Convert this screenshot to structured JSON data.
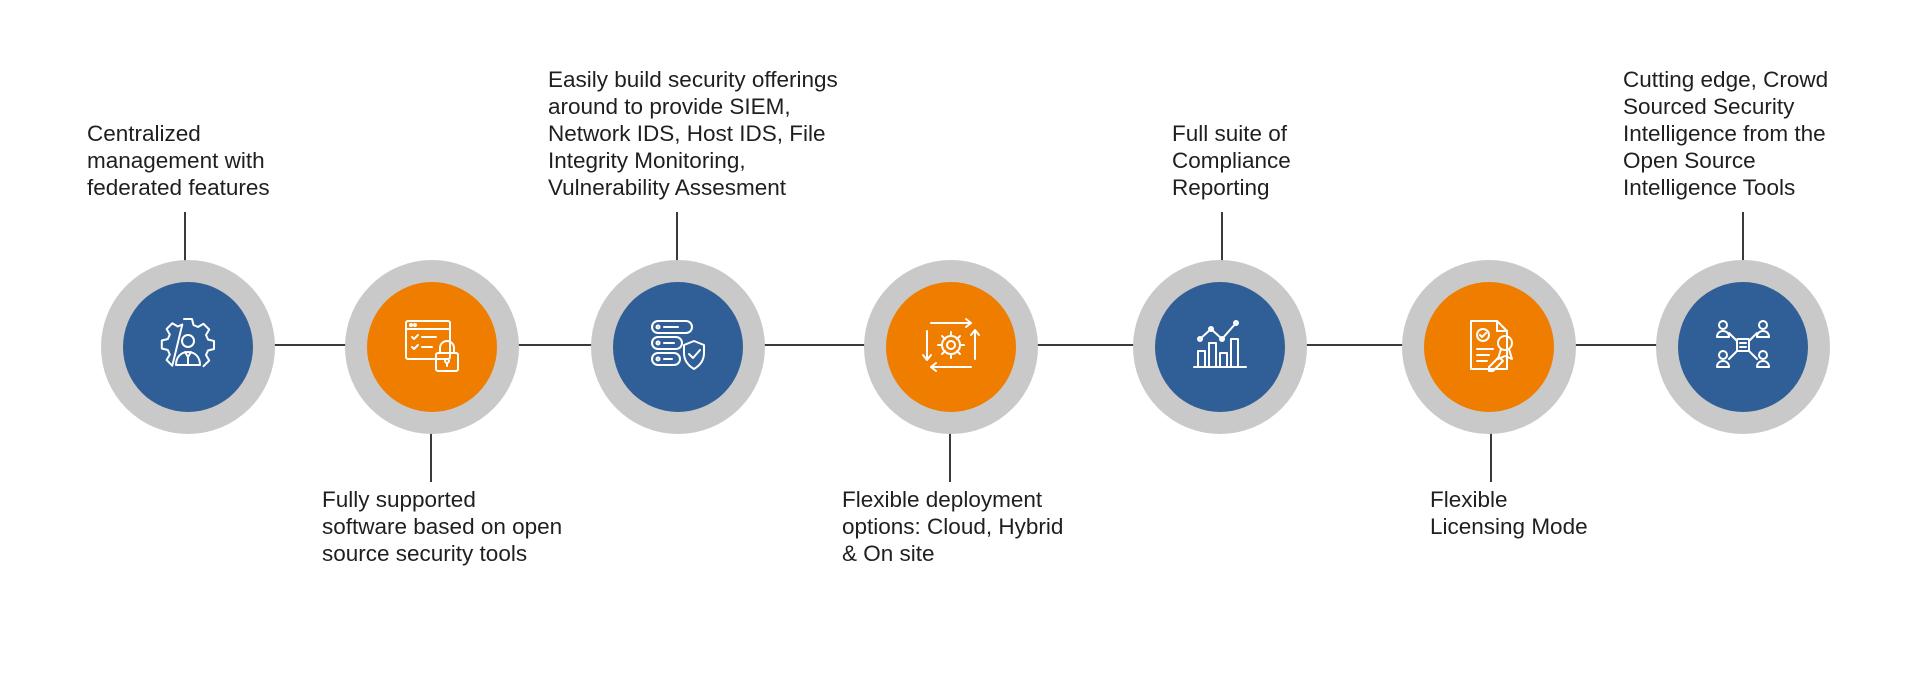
{
  "colors": {
    "blue": "#2f5f96",
    "orange": "#ef7d00",
    "ring": "#c9c9c9",
    "line": "#3a3a3a",
    "text": "#1f1f1f"
  },
  "steps": [
    {
      "label": "Centralized\nmanagement with\nfederated features",
      "icon": "gear-person-icon",
      "color": "blue"
    },
    {
      "label": "Fully supported\nsoftware based on open\nsource security tools",
      "icon": "browser-lock-icon",
      "color": "orange"
    },
    {
      "label": "Easily build security offerings\naround to provide SIEM,\nNetwork IDS, Host IDS, File\nIntegrity Monitoring,\nVulnerability Assesment",
      "icon": "server-shield-icon",
      "color": "blue"
    },
    {
      "label": "Flexible deployment\noptions: Cloud, Hybrid\n& On site",
      "icon": "gear-arrows-icon",
      "color": "orange"
    },
    {
      "label": "Full suite of\nCompliance\nReporting",
      "icon": "bar-chart-icon",
      "color": "blue"
    },
    {
      "label": "Flexible\nLicensing Mode",
      "icon": "license-document-icon",
      "color": "orange"
    },
    {
      "label": "Cutting edge, Crowd\nSourced Security\nIntelligence from the\nOpen Source\nIntelligence Tools",
      "icon": "people-network-icon",
      "color": "blue"
    }
  ]
}
